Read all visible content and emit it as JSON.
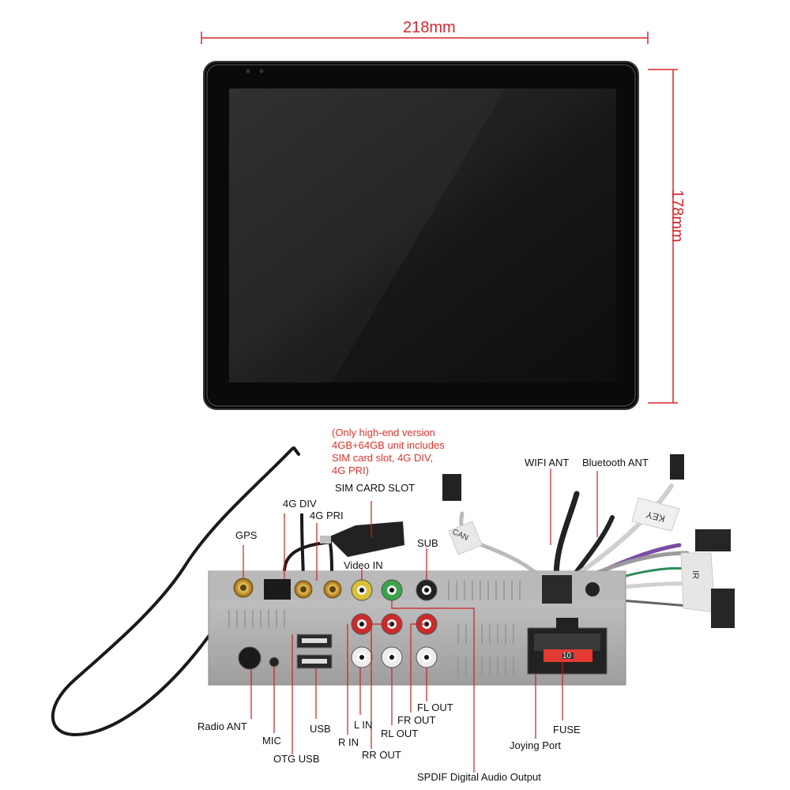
{
  "dimensions": {
    "width_label": "218mm",
    "height_label": "178mm",
    "color": "#d7262b"
  },
  "note": {
    "lines": [
      "(Only high-end version",
      "4GB+64GB unit includes",
      "SIM card slot, 4G DIV,",
      "4G PRI)"
    ],
    "color": "#e2322d"
  },
  "labels": {
    "sim_card_slot": "SIM CARD SLOT",
    "4g_div": "4G DIV",
    "4g_pri": "4G PRI",
    "gps": "GPS",
    "video_in": "Video IN",
    "sub": "SUB",
    "wifi_ant": "WIFI ANT",
    "bluetooth_ant": "Bluetooth ANT",
    "radio_ant": "Radio ANT",
    "mic": "MIC",
    "otg_usb": "OTG USB",
    "usb": "USB",
    "r_in": "R IN",
    "l_in": "L IN",
    "rr_out": "RR OUT",
    "rl_out": "RL OUT",
    "fr_out": "FR OUT",
    "fl_out": "FL OUT",
    "spdif": "SPDIF Digital Audio Output",
    "joying_port": "Joying Port",
    "fuse": "FUSE"
  },
  "connector_tags": {
    "can": "CAN",
    "key": "KEY",
    "ir": "IR",
    "fuse_value": "10"
  }
}
